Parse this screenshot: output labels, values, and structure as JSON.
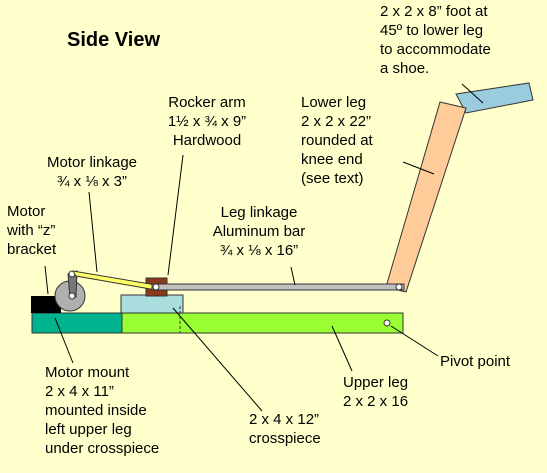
{
  "title": "Side View",
  "labels": {
    "foot": "2 x 2 x 8” foot at\n45º to lower leg\nto accommodate\na shoe.",
    "rocker_arm": "Rocker arm\n1½ x ¾ x 9”\nHardwood",
    "lower_leg": "Lower leg\n2 x 2 x 22”\nrounded at\nknee end\n(see text)",
    "motor_linkage": "Motor linkage\n¾ x ⅛ x 3”",
    "motor": "Motor\nwith “z”\nbracket",
    "leg_linkage": "Leg linkage\nAluminum bar\n¾ x ⅛ x 16”",
    "motor_mount": "Motor mount\n2 x 4 x 11”\nmounted inside\nleft upper leg\nunder crosspiece",
    "pivot_point": "Pivot point",
    "upper_leg": "Upper leg\n2 x 2 x 16",
    "crosspiece": "2 x 4 x 12”\ncrosspiece"
  },
  "colors": {
    "background": "#ffffcc",
    "upper_leg": "#99ff33",
    "lower_leg": "#ffcc99",
    "foot": "#99ccdd",
    "crosspiece": "#aadddd",
    "motor_mount": "#00b38f",
    "motor": "#000000",
    "rocker_arm": "#8b3a1a",
    "leg_linkage": "#c0c0c0",
    "motor_linkage": "#ffff66",
    "pulley": "#b0b0b0"
  }
}
